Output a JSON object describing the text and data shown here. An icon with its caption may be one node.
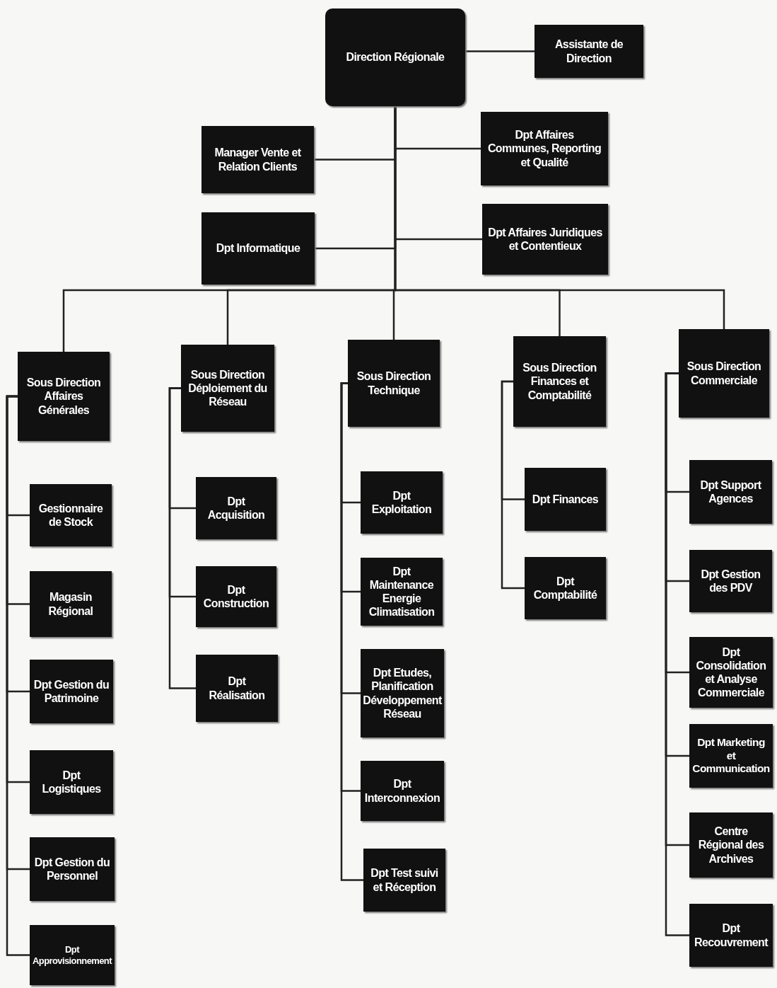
{
  "diagram": {
    "nodes": [
      {
        "text": [
          "Direction Régionale"
        ]
      },
      {
        "text": [
          "Assistante de Direction"
        ]
      },
      {
        "text": [
          "Manager Vente et Relation Clients"
        ]
      },
      {
        "text": [
          "Dpt Affaires Communes, Reporting et Qualité"
        ]
      },
      {
        "text": [
          "Dpt Informatique"
        ]
      },
      {
        "text": [
          "Dpt Affaires Juridiques et Contentieux"
        ]
      },
      {
        "text": [
          "Sous Direction Affaires Générales"
        ]
      },
      {
        "text": [
          "Sous Direction Déploiement du Réseau"
        ]
      },
      {
        "text": [
          "Sous Direction Technique"
        ]
      },
      {
        "text": [
          "Sous Direction Finances et Comptabilité"
        ]
      },
      {
        "text": [
          "Sous Direction Commerciale"
        ]
      },
      {
        "text": [
          "Gestionnaire de Stock"
        ]
      },
      {
        "text": [
          "Magasin Régional"
        ]
      },
      {
        "text": [
          "Dpt Gestion du Patrimoine"
        ]
      },
      {
        "text": [
          "Dpt Logistiques"
        ]
      },
      {
        "text": [
          "Dpt Gestion du Personnel"
        ]
      },
      {
        "text": [
          "Dpt Approvisionnement"
        ]
      },
      {
        "text": [
          "Dpt Acquisition"
        ]
      },
      {
        "text": [
          "Dpt Construction"
        ]
      },
      {
        "text": [
          "Dpt Réalisation"
        ]
      },
      {
        "text": [
          "Dpt Exploitation"
        ]
      },
      {
        "text": [
          "Dpt Maintenance Energie Climatisation"
        ]
      },
      {
        "text": [
          "Dpt Etudes, Planification Développement Réseau"
        ]
      },
      {
        "text": [
          "Dpt Interconnexion"
        ]
      },
      {
        "text": [
          "Dpt Test suivi et Réception"
        ]
      },
      {
        "text": [
          "Dpt Finances"
        ]
      },
      {
        "text": [
          "Dpt Comptabilité"
        ]
      },
      {
        "text": [
          "Dpt Support Agences"
        ]
      },
      {
        "text": [
          "Dpt Gestion des PDV"
        ]
      },
      {
        "text": [
          "Dpt Consolidation et Analyse Commerciale"
        ]
      },
      {
        "text": [
          "Dpt Marketing et Communication"
        ]
      },
      {
        "text": [
          "Centre Régional des Archives"
        ]
      },
      {
        "text": [
          "Dpt Recouvrement"
        ]
      }
    ],
    "edges": [
      {
        "from": 0,
        "to": 1,
        "arrow": "none"
      },
      {
        "from": 0,
        "to": 2,
        "arrow": "none"
      },
      {
        "from": 0,
        "to": 3,
        "arrow": "none"
      },
      {
        "from": 0,
        "to": 4,
        "arrow": "none"
      },
      {
        "from": 0,
        "to": 5,
        "arrow": "none"
      },
      {
        "from": 0,
        "to": 6,
        "arrow": "none"
      },
      {
        "from": 0,
        "to": 7,
        "arrow": "none"
      },
      {
        "from": 0,
        "to": 8,
        "arrow": "none"
      },
      {
        "from": 0,
        "to": 9,
        "arrow": "none"
      },
      {
        "from": 0,
        "to": 10,
        "arrow": "none"
      },
      {
        "from": 6,
        "to": 11,
        "arrow": "none"
      },
      {
        "from": 6,
        "to": 12,
        "arrow": "none"
      },
      {
        "from": 6,
        "to": 13,
        "arrow": "none"
      },
      {
        "from": 6,
        "to": 14,
        "arrow": "none"
      },
      {
        "from": 6,
        "to": 15,
        "arrow": "none"
      },
      {
        "from": 6,
        "to": 16,
        "arrow": "none"
      },
      {
        "from": 7,
        "to": 17,
        "arrow": "none"
      },
      {
        "from": 7,
        "to": 18,
        "arrow": "none"
      },
      {
        "from": 7,
        "to": 19,
        "arrow": "none"
      },
      {
        "from": 8,
        "to": 20,
        "arrow": "none"
      },
      {
        "from": 8,
        "to": 21,
        "arrow": "none"
      },
      {
        "from": 8,
        "to": 22,
        "arrow": "none"
      },
      {
        "from": 8,
        "to": 23,
        "arrow": "none"
      },
      {
        "from": 8,
        "to": 24,
        "arrow": "none"
      },
      {
        "from": 9,
        "to": 25,
        "arrow": "none"
      },
      {
        "from": 9,
        "to": 26,
        "arrow": "none"
      },
      {
        "from": 10,
        "to": 27,
        "arrow": "none"
      },
      {
        "from": 10,
        "to": 28,
        "arrow": "none"
      },
      {
        "from": 10,
        "to": 29,
        "arrow": "none"
      },
      {
        "from": 10,
        "to": 30,
        "arrow": "none"
      },
      {
        "from": 10,
        "to": 31,
        "arrow": "none"
      },
      {
        "from": 10,
        "to": 32,
        "arrow": "none"
      }
    ]
  }
}
